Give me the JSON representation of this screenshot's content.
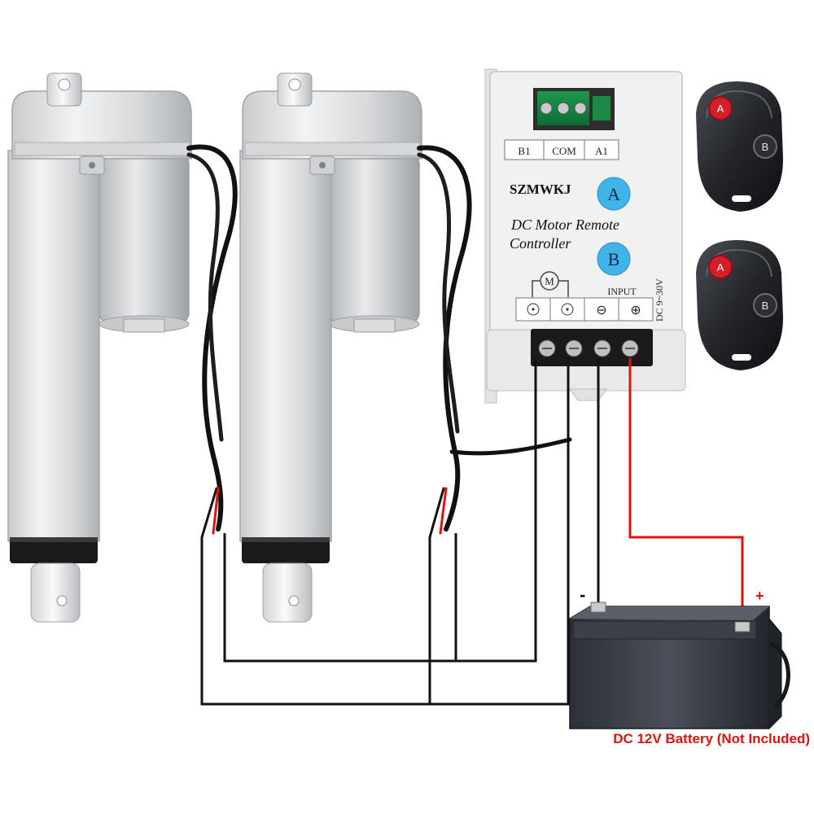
{
  "controller": {
    "brand": "SZMWKJ",
    "title_line1": "DC Motor Remote",
    "title_line2": "Controller",
    "terminal_labels": [
      "B1",
      "COM",
      "A1"
    ],
    "button_a": "A",
    "button_b": "B",
    "motor_symbol": "M",
    "input_label": "INPUT",
    "voltage_label": "DC 9~30V",
    "minus_symbol": "⊖",
    "plus_symbol": "⊕"
  },
  "remotes": [
    {
      "button_a": "A",
      "button_b": "B"
    },
    {
      "button_a": "A",
      "button_b": "B"
    }
  ],
  "battery": {
    "minus_label": "-",
    "plus_label": "+",
    "caption": "DC 12V Battery (Not Included)"
  },
  "colors": {
    "wire_black": "#111111",
    "wire_red": "#e3120b",
    "controller_button": "#3fb4e8",
    "remote_button_a": "#d41f2b",
    "caption_red": "#e3120b"
  }
}
